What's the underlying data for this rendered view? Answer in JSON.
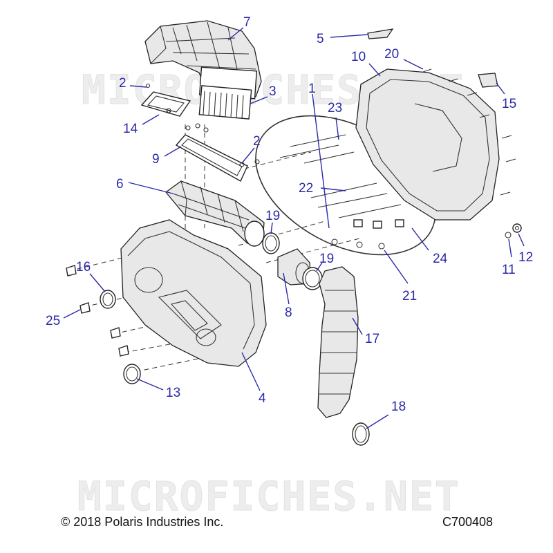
{
  "watermark": "MICROFICHES.NET",
  "copyright": "© 2018 Polaris Industries Inc.",
  "diagram_code": "C700408",
  "callouts": [
    {
      "id": "c1",
      "label": "1"
    },
    {
      "id": "c2a",
      "label": "2"
    },
    {
      "id": "c2b",
      "label": "2"
    },
    {
      "id": "c3",
      "label": "3"
    },
    {
      "id": "c4",
      "label": "4"
    },
    {
      "id": "c5",
      "label": "5"
    },
    {
      "id": "c6",
      "label": "6"
    },
    {
      "id": "c7",
      "label": "7"
    },
    {
      "id": "c8",
      "label": "8"
    },
    {
      "id": "c9",
      "label": "9"
    },
    {
      "id": "c10",
      "label": "10"
    },
    {
      "id": "c11",
      "label": "11"
    },
    {
      "id": "c12",
      "label": "12"
    },
    {
      "id": "c13",
      "label": "13"
    },
    {
      "id": "c14",
      "label": "14"
    },
    {
      "id": "c15",
      "label": "15"
    },
    {
      "id": "c16",
      "label": "16"
    },
    {
      "id": "c17",
      "label": "17"
    },
    {
      "id": "c18",
      "label": "18"
    },
    {
      "id": "c19a",
      "label": "19"
    },
    {
      "id": "c19b",
      "label": "19"
    },
    {
      "id": "c20",
      "label": "20"
    },
    {
      "id": "c21",
      "label": "21"
    },
    {
      "id": "c22",
      "label": "22"
    },
    {
      "id": "c23",
      "label": "23"
    },
    {
      "id": "c24",
      "label": "24"
    },
    {
      "id": "c25",
      "label": "25"
    }
  ],
  "colors": {
    "callout": "#2a2aa8",
    "line": "#222222",
    "watermark": "#e6e6e6"
  }
}
